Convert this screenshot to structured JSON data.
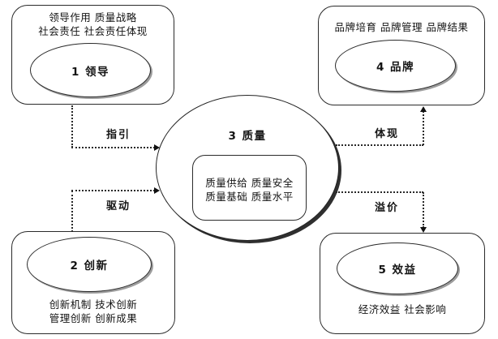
{
  "nodes": {
    "leadership": {
      "line1": "领导作用 质量战略",
      "line2": "社会责任 社会责任体现",
      "label": "1 领导"
    },
    "innovation": {
      "label": "2 创新",
      "line1": "创新机制 技术创新",
      "line2": "管理创新 创新成果"
    },
    "quality": {
      "label": "3 质量",
      "line1": "质量供给 质量安全",
      "line2": "质量基础 质量水平"
    },
    "brand": {
      "line1": "品牌培育 品牌管理 品牌结果",
      "label": "4 品牌"
    },
    "benefit": {
      "label": "5 效益",
      "line1": "经济效益 社会影响"
    }
  },
  "edges": {
    "guide": "指引",
    "drive": "驱动",
    "reflect": "体现",
    "premium": "溢价"
  },
  "colors": {
    "stroke": "#2b2b2b",
    "background": "#ffffff"
  }
}
